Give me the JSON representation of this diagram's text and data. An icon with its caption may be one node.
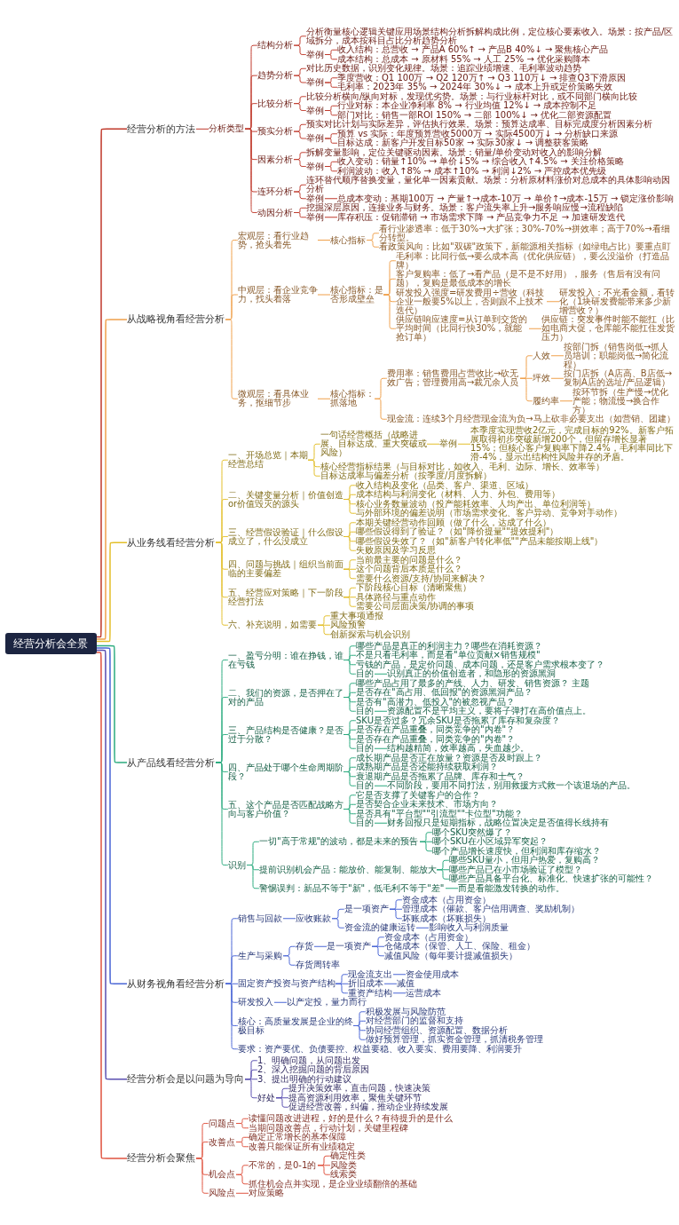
{
  "diagram": {
    "nodes": [
      {
        "text": [
          "经营分析会全景"
        ]
      },
      {
        "text": [
          "经营分析的方法"
        ]
      },
      {
        "text": [
          "分析类型"
        ]
      },
      {
        "text": [
          "结构分析"
        ]
      },
      {
        "text": [
          "分析衡量核心逻辑关键应用场景结构分析拆解构成比例，定位核心要素收入。场景：按产品/区域拆分，成本按科目占比分析趋势分析"
        ]
      },
      {
        "text": [
          "举例"
        ]
      },
      {
        "text": [
          "收入结构：总营收 → 产品A 60%↑ → 产品B 40%↓ → 聚焦核心产品"
        ]
      },
      {
        "text": [
          "成本结构：总成本 → 原材料 55% → 人工 25% → 优化采购降本"
        ]
      },
      {
        "text": [
          "趋势分析"
        ]
      },
      {
        "text": [
          "对比历史数据，识别变化规律。场景：追踪业绩增速、毛利率波动趋势"
        ]
      },
      {
        "text": [
          "举例"
        ]
      },
      {
        "text": [
          "季度营收：Q1 100万 → Q2 120万↑ → Q3 110万↓ → 排查Q3下滑原因"
        ]
      },
      {
        "text": [
          "毛利率：2023年 35% → 2024年 30%↓ → 成本上升或定价策略失效"
        ]
      },
      {
        "text": [
          "比较分析"
        ]
      },
      {
        "text": [
          "比较分析横向/纵向对标，发现优劣势。场景：与行业标杆对比，或不同部门横向比较"
        ]
      },
      {
        "text": [
          "举例"
        ]
      },
      {
        "text": [
          "行业对标：本企业净利率 8% → 行业均值 12%↓ → 成本控制不足"
        ]
      },
      {
        "text": [
          "部门对比：销售一部ROI 150% → 二部 100%↓ → 优化二部资源配置"
        ]
      },
      {
        "text": [
          "预实分析"
        ]
      },
      {
        "text": [
          "预实对比计划与实际差异，评估执行效果。场景：预算达成率、目标完成度分析因素分析"
        ]
      },
      {
        "text": [
          "举例"
        ]
      },
      {
        "text": [
          "预算 vs 实际：年度预算营收5000万 → 实际4500万↓ → 分析缺口来源"
        ]
      },
      {
        "text": [
          "目标达成：新客户开发目标50家 → 实际30家↓ → 调整获客策略"
        ]
      },
      {
        "text": [
          "因素分析"
        ]
      },
      {
        "text": [
          "拆解变量影响，定位关键驱动因素。场景：销量/单价变动对收入的影响分解"
        ]
      },
      {
        "text": [
          "举例"
        ]
      },
      {
        "text": [
          "收入变动：销量↑10% → 单价↓5% → 综合收入↑4.5% → 关注价格策略"
        ]
      },
      {
        "text": [
          "利润波动：收入↑8% → 成本↑10% → 利润↓2% → 严控成本优先级"
        ]
      },
      {
        "text": [
          "连环分析"
        ]
      },
      {
        "text": [
          "连环替代顺序替换变量，量化单一因素贡献。场景：分析原材料涨价对总成本的具体影响动因分析"
        ]
      },
      {
        "text": [
          "举例"
        ]
      },
      {
        "text": [
          "总成本变动：基期100万 → 产量↑→成本-10万 → 单价↑→成本-15万 → 锁定涨价影响"
        ]
      },
      {
        "text": [
          "动因分析"
        ]
      },
      {
        "text": [
          "挖掘深层原因，连接业务与财务。场景：客户流失率上升→服务响应慢→流程缺陷"
        ]
      },
      {
        "text": [
          "举例"
        ]
      },
      {
        "text": [
          "库存积压：促销滞销 → 市场需求下降 → 产品竞争力不足 → 加速研发迭代"
        ]
      },
      {
        "text": [
          "从战略视角看经营分析"
        ]
      },
      {
        "text": [
          "宏观层：看行业趋势，抢头着先"
        ]
      },
      {
        "text": [
          "核心指标"
        ]
      },
      {
        "text": [
          "看行业渗透率：低于30%→大扩张；30%-70%→拼效率；高于70%→看细分转型。"
        ]
      },
      {
        "text": [
          "看政策风向：比如\"双碳\"政策下，新能源相关指标（如绿电占比）要重点盯"
        ]
      },
      {
        "text": [
          "中观层：看企业竞争力，找头着落"
        ]
      },
      {
        "text": [
          "核心指标：是否形成壁垒"
        ]
      },
      {
        "text": [
          "毛利率：比同行低→要么成本高（优化供应链），要么没溢价（打造品牌）"
        ]
      },
      {
        "text": [
          "客户复购率：低了→看产品（是不是不好用），服务（售后有没有问题），复购是最低成本的增长"
        ]
      },
      {
        "text": [
          "研发投入强度=研发费用÷营收（科技企业一般要5%以上，否则跟不上技术迭代）"
        ]
      },
      {
        "text": [
          "研发投入：不光看金额，看转化（1块研发费能带来多少新增营收？）"
        ]
      },
      {
        "text": [
          "供应链响应速度=从订单到交货的平均时间（比同行快30%，就能抢订单）"
        ]
      },
      {
        "text": [
          "供应链：突发事件时能不能扛（比如电商大促，仓库能不能扛住发货压力）"
        ]
      },
      {
        "text": [
          "微观层：看具体业务，抠细节步"
        ]
      },
      {
        "text": [
          "核心指标：抓落地"
        ]
      },
      {
        "text": [
          "费用率：销售费用占营收比→砍无效广告；管理费用高→裁冗余人员"
        ]
      },
      {
        "text": [
          "人效"
        ]
      },
      {
        "text": [
          "按部门拆（销售岗低→抓人员培训；职能岗低→简化流程）"
        ]
      },
      {
        "text": [
          "坪效"
        ]
      },
      {
        "text": [
          "按门店拆（A店高、B店低→复制A店的选址/产品逻辑）"
        ]
      },
      {
        "text": [
          "履约率"
        ]
      },
      {
        "text": [
          "按环节拆（生产慢→优化产能；物流慢→换合作方）"
        ]
      },
      {
        "text": [
          "现金流：连续3个月经营现金流为负→马上砍非必要支出（如营销、团建）"
        ]
      },
      {
        "text": [
          "从业务线看经营分析"
        ]
      },
      {
        "text": [
          "一、开场总览｜本期经营总结"
        ]
      },
      {
        "text": [
          "一句话经营概括（战略进展、目标达成、重大突破或风险）"
        ]
      },
      {
        "text": [
          "举例"
        ]
      },
      {
        "text": [
          "本季度实现营收2亿元，完成目标的92%。新客户拓展取得初步突破新增200个，但留存增长显著15%；但核心客户复购率下降2.4%，毛利率同比下滑-4%，显示出结构性风险并存的矛盾。"
        ]
      },
      {
        "text": [
          "核心经营指标结果（与目标对比，如收入、毛利、边际、增长、效率等）"
        ]
      },
      {
        "text": [
          "目标达成率与偏差分析（按季度/月度拆解）"
        ]
      },
      {
        "text": [
          "二、关键变量分析｜价值创造or价值毁灭的源头"
        ]
      },
      {
        "text": [
          "收入结构及变化（品类、客户、渠道、区域）"
        ]
      },
      {
        "text": [
          "成本结构与利润变化（材料、人力、外包、费用等）"
        ]
      },
      {
        "text": [
          "核心业务数量波动（投产能耗效率、人均产出、单位利润等）"
        ]
      },
      {
        "text": [
          "与外部环境的偏差说明（市场需求变化、客户异动、竞争对手动作）"
        ]
      },
      {
        "text": [
          "三、经营假设验证｜什么假设成立了，什么没成立"
        ]
      },
      {
        "text": [
          "本期关键经营动作回顾（做了什么，达成了什么）"
        ]
      },
      {
        "text": [
          "哪些假设得到了验证？（如\"降价提量\"\"提效提利\"）"
        ]
      },
      {
        "text": [
          "哪些假设失效了？（如\"新客户转化率低\"\"产品未能按期上线\"）"
        ]
      },
      {
        "text": [
          "失败原因及学习反思"
        ]
      },
      {
        "text": [
          "四、问题与挑战｜组织当前面临的主要偏差"
        ]
      },
      {
        "text": [
          "当前最主要的问题是什么？"
        ]
      },
      {
        "text": [
          "这个问题背后本质是什么？"
        ]
      },
      {
        "text": [
          "需要什么资源/支持/协同来解决？"
        ]
      },
      {
        "text": [
          "五、经营应对策略｜下一阶段经营打法"
        ]
      },
      {
        "text": [
          "下阶段核心目标（清晰聚焦）"
        ]
      },
      {
        "text": [
          "具体路径与重点动作"
        ]
      },
      {
        "text": [
          "需要公司层面决策/协调的事项"
        ]
      },
      {
        "text": [
          "六、补充说明，如需要"
        ]
      },
      {
        "text": [
          "重大事项通报"
        ]
      },
      {
        "text": [
          "风险预警"
        ]
      },
      {
        "text": [
          "创新探索与机会识别"
        ]
      },
      {
        "text": [
          "从产品线看经营分析"
        ]
      },
      {
        "text": [
          "一、盈亏分明：谁在挣钱，谁在亏钱"
        ]
      },
      {
        "text": [
          "哪些产品是真正的利润主力？哪些在消耗资源？"
        ]
      },
      {
        "text": [
          "不是只看毛利率，而是看\"单位贡献×销售规模\""
        ]
      },
      {
        "text": [
          "亏钱的产品，是定价问题、成本问题，还是客户需求根本变了？"
        ]
      },
      {
        "text": [
          "目的"
        ]
      },
      {
        "text": [
          "识别真正的价值创造者，和隐形的资源黑洞"
        ]
      },
      {
        "text": [
          "二、我们的资源，是否押在了对的产品"
        ]
      },
      {
        "text": [
          "哪些产品占用了最多的产线、人力、研发、销售资源？ 主题"
        ]
      },
      {
        "text": [
          "是否存在\"高占用、低回报\"的资源黑洞产品？"
        ]
      },
      {
        "text": [
          "是否有\"高潜力、低投入\"的被忽视产品？"
        ]
      },
      {
        "text": [
          "目的"
        ]
      },
      {
        "text": [
          "资源配置不是平均主义，要将子弹打在高价值点上。"
        ]
      },
      {
        "text": [
          "三、产品结构是否健康？是否过于分散？"
        ]
      },
      {
        "text": [
          "SKU是否过多？冗余SKU是否拖累了库存和复杂度？"
        ]
      },
      {
        "text": [
          "是否存在产品重叠，同类竞争的\"内卷\"？"
        ]
      },
      {
        "text": [
          "是否存在产品重叠，同类竞争的\"内卷\"？"
        ]
      },
      {
        "text": [
          "目的"
        ]
      },
      {
        "text": [
          "结构越精简，效率越高，失血越少。"
        ]
      },
      {
        "text": [
          "四、产品处于哪个生命周期阶段？"
        ]
      },
      {
        "text": [
          "成长期产品是否正在放量？资源是否及时跟上？"
        ]
      },
      {
        "text": [
          "成熟期产品是否还能持续获取利润？"
        ]
      },
      {
        "text": [
          "衰退期产品是否拖累了品牌、库存和士气？"
        ]
      },
      {
        "text": [
          "目的"
        ]
      },
      {
        "text": [
          "不同阶段，要用不同打法，别用救援方式救一个该退场的产品。"
        ]
      },
      {
        "text": [
          "五、这个产品是否匹配战略方向与客户价值？"
        ]
      },
      {
        "text": [
          "它是否支撑了关键客户的合作？"
        ]
      },
      {
        "text": [
          "是否契合企业未来技术、市场方向？"
        ]
      },
      {
        "text": [
          "是否具有\"平台型\"\"引流型\"\"卡位型\"功能？"
        ]
      },
      {
        "text": [
          "目的"
        ]
      },
      {
        "text": [
          "财务回报只是短期指标，战略位置决定是否值得长线持有"
        ]
      },
      {
        "text": [
          "识别"
        ]
      },
      {
        "text": [
          "一切\"高于常规\"的波动，都是未来的预告"
        ]
      },
      {
        "text": [
          "哪个SKU突然爆了？"
        ]
      },
      {
        "text": [
          "哪个SKU在小区域异军突起？"
        ]
      },
      {
        "text": [
          "哪个产品增长速度快，但利润和库存缩水？"
        ]
      },
      {
        "text": [
          "提前识别机会产品：能放价、能复制、能放大"
        ]
      },
      {
        "text": [
          "哪些SKU量小，但用户热爱，复购高？"
        ]
      },
      {
        "text": [
          "哪些产品已在小市场验证了模型？"
        ]
      },
      {
        "text": [
          "哪些产品具备平台化、标准化、快速扩张的可能性？"
        ]
      },
      {
        "text": [
          "警惕误判：新品不等于\"新\"，低毛利不等于\"差\""
        ]
      },
      {
        "text": [
          "而是看能激发转换的动作。"
        ]
      },
      {
        "text": [
          "从财务视角看经营分析"
        ]
      },
      {
        "text": [
          "销售与回款"
        ]
      },
      {
        "text": [
          "应收账款"
        ]
      },
      {
        "text": [
          "是一项资产"
        ]
      },
      {
        "text": [
          "资金成本（占用资金）"
        ]
      },
      {
        "text": [
          "管理成本（催款、客户信用调查、奖励机制）"
        ]
      },
      {
        "text": [
          "坏账成本（坏账损失）"
        ]
      },
      {
        "text": [
          "资金流的健康运转"
        ]
      },
      {
        "text": [
          "影响收入与利润质量"
        ]
      },
      {
        "text": [
          "生产与采购"
        ]
      },
      {
        "text": [
          "存货"
        ]
      },
      {
        "text": [
          "是一项资产"
        ]
      },
      {
        "text": [
          "资金成本（占用资金）"
        ]
      },
      {
        "text": [
          "仓储成本（保管、人工、保险、租金）"
        ]
      },
      {
        "text": [
          "减值风险（每年要计提减值损失）"
        ]
      },
      {
        "text": [
          "存货周转率"
        ]
      },
      {
        "text": [
          "固定资产投资与资产结构"
        ]
      },
      {
        "text": [
          "现金流支出"
        ]
      },
      {
        "text": [
          "资金使用成本"
        ]
      },
      {
        "text": [
          "折旧成本"
        ]
      },
      {
        "text": [
          "减值"
        ]
      },
      {
        "text": [
          "重资产结构"
        ]
      },
      {
        "text": [
          "运营成本"
        ]
      },
      {
        "text": [
          "研发投入"
        ]
      },
      {
        "text": [
          "以产定投，量力而行"
        ]
      },
      {
        "text": [
          "核心：高质量发展是企业的终极目标"
        ]
      },
      {
        "text": [
          "积极发展与风险防范"
        ]
      },
      {
        "text": [
          "对经营部门的监督和支持"
        ]
      },
      {
        "text": [
          "协同经营组织、资源配置、数据分析"
        ]
      },
      {
        "text": [
          "做好预算管理，抓实资金管理，抓清税务管理"
        ]
      },
      {
        "text": [
          "要求：资产要优、负债要控、权益要稳、收入要实、费用要降、利润要升"
        ]
      },
      {
        "text": [
          "经营分析会是以问题为导向"
        ]
      },
      {
        "text": [
          "1、明确问题，从问题出发"
        ]
      },
      {
        "text": [
          "2、深入挖掘问题的背后原因"
        ]
      },
      {
        "text": [
          "3、提出明确的行动建议"
        ]
      },
      {
        "text": [
          "好处"
        ]
      },
      {
        "text": [
          "提升决策效率，直击问题，快速决策"
        ]
      },
      {
        "text": [
          "提高资源利用效率，聚焦关键环节"
        ]
      },
      {
        "text": [
          "促进经营改善，纠偏，推动企业持续发展"
        ]
      },
      {
        "text": [
          "经营分析会聚焦"
        ]
      },
      {
        "text": [
          "问题点"
        ]
      },
      {
        "text": [
          "读懂问题改进进程，好的是什么？有待提升的是什么"
        ]
      },
      {
        "text": [
          "当期问题改善点，行动计划，关键里程碑"
        ]
      },
      {
        "text": [
          "改善点"
        ]
      },
      {
        "text": [
          "确定正常增长的基本保障"
        ]
      },
      {
        "text": [
          "改善只能保证所有业绩稳定"
        ]
      },
      {
        "text": [
          "机会点"
        ]
      },
      {
        "text": [
          "不常的，是0-1的"
        ]
      },
      {
        "text": [
          "确定性类"
        ]
      },
      {
        "text": [
          "风险类"
        ]
      },
      {
        "text": [
          "线索类"
        ]
      },
      {
        "text": [
          "抓住机会点并实现，是企业业绩翻倍的基础"
        ]
      },
      {
        "text": [
          "风险点"
        ]
      },
      {
        "text": [
          "对应策略"
        ]
      }
    ],
    "edges": [
      {
        "from": 0,
        "to": 1,
        "arrow": "none",
        "color": "#c0392b"
      },
      {
        "from": 1,
        "to": 2,
        "arrow": "none",
        "color": "#c0392b"
      },
      {
        "from": 2,
        "to": 3,
        "arrow": "none",
        "color": "#c0392b"
      },
      {
        "from": 3,
        "to": 4,
        "arrow": "none",
        "color": "#c0392b"
      },
      {
        "from": 3,
        "to": 5,
        "arrow": "none",
        "color": "#c0392b"
      },
      {
        "from": 5,
        "to": 6,
        "arrow": "none",
        "color": "#c0392b"
      },
      {
        "from": 5,
        "to": 7,
        "arrow": "none",
        "color": "#c0392b"
      },
      {
        "from": 2,
        "to": 8,
        "arrow": "none",
        "color": "#c0392b"
      },
      {
        "from": 8,
        "to": 9,
        "arrow": "none",
        "color": "#c0392b"
      },
      {
        "from": 8,
        "to": 10,
        "arrow": "none",
        "color": "#c0392b"
      },
      {
        "from": 10,
        "to": 11,
        "arrow": "none",
        "color": "#c0392b"
      },
      {
        "from": 10,
        "to": 12,
        "arrow": "none",
        "color": "#c0392b"
      },
      {
        "from": 2,
        "to": 13,
        "arrow": "none",
        "color": "#c0392b"
      },
      {
        "from": 13,
        "to": 14,
        "arrow": "none",
        "color": "#c0392b"
      },
      {
        "from": 13,
        "to": 15,
        "arrow": "none",
        "color": "#c0392b"
      },
      {
        "from": 15,
        "to": 16,
        "arrow": "none",
        "color": "#c0392b"
      },
      {
        "from": 15,
        "to": 17,
        "arrow": "none",
        "color": "#c0392b"
      },
      {
        "from": 2,
        "to": 18,
        "arrow": "none",
        "color": "#c0392b"
      },
      {
        "from": 18,
        "to": 19,
        "arrow": "none",
        "color": "#c0392b"
      },
      {
        "from": 18,
        "to": 20,
        "arrow": "none",
        "color": "#c0392b"
      },
      {
        "from": 20,
        "to": 21,
        "arrow": "none",
        "color": "#c0392b"
      },
      {
        "from": 20,
        "to": 22,
        "arrow": "none",
        "color": "#c0392b"
      },
      {
        "from": 2,
        "to": 23,
        "arrow": "none",
        "color": "#c0392b"
      },
      {
        "from": 23,
        "to": 24,
        "arrow": "none",
        "color": "#c0392b"
      },
      {
        "from": 23,
        "to": 25,
        "arrow": "none",
        "color": "#c0392b"
      },
      {
        "from": 25,
        "to": 26,
        "arrow": "none",
        "color": "#c0392b"
      },
      {
        "from": 25,
        "to": 27,
        "arrow": "none",
        "color": "#c0392b"
      },
      {
        "from": 2,
        "to": 28,
        "arrow": "none",
        "color": "#c0392b"
      },
      {
        "from": 28,
        "to": 29,
        "arrow": "none",
        "color": "#c0392b"
      },
      {
        "from": 28,
        "to": 30,
        "arrow": "none",
        "color": "#c0392b"
      },
      {
        "from": 30,
        "to": 31,
        "arrow": "none",
        "color": "#c0392b"
      },
      {
        "from": 2,
        "to": 32,
        "arrow": "none",
        "color": "#c0392b"
      },
      {
        "from": 32,
        "to": 33,
        "arrow": "none",
        "color": "#c0392b"
      },
      {
        "from": 32,
        "to": 34,
        "arrow": "none",
        "color": "#c0392b"
      },
      {
        "from": 34,
        "to": 35,
        "arrow": "none",
        "color": "#c0392b"
      },
      {
        "from": 0,
        "to": 36,
        "arrow": "none",
        "color": "#f0a04b"
      },
      {
        "from": 36,
        "to": 37,
        "arrow": "none",
        "color": "#f0a04b"
      },
      {
        "from": 37,
        "to": 38,
        "arrow": "none",
        "color": "#f0a04b"
      },
      {
        "from": 38,
        "to": 39,
        "arrow": "none",
        "color": "#f0a04b"
      },
      {
        "from": 38,
        "to": 40,
        "arrow": "none",
        "color": "#f0a04b"
      },
      {
        "from": 36,
        "to": 41,
        "arrow": "none",
        "color": "#f0a04b"
      },
      {
        "from": 41,
        "to": 42,
        "arrow": "none",
        "color": "#f0a04b"
      },
      {
        "from": 42,
        "to": 43,
        "arrow": "none",
        "color": "#f0a04b"
      },
      {
        "from": 42,
        "to": 44,
        "arrow": "none",
        "color": "#f0a04b"
      },
      {
        "from": 42,
        "to": 45,
        "arrow": "none",
        "color": "#f0a04b"
      },
      {
        "from": 45,
        "to": 46,
        "arrow": "none",
        "color": "#f0a04b"
      },
      {
        "from": 42,
        "to": 47,
        "arrow": "none",
        "color": "#f0a04b"
      },
      {
        "from": 47,
        "to": 48,
        "arrow": "none",
        "color": "#f0a04b"
      },
      {
        "from": 36,
        "to": 49,
        "arrow": "none",
        "color": "#f0a04b"
      },
      {
        "from": 49,
        "to": 50,
        "arrow": "none",
        "color": "#f0a04b"
      },
      {
        "from": 50,
        "to": 51,
        "arrow": "none",
        "color": "#f0a04b"
      },
      {
        "from": 51,
        "to": 52,
        "arrow": "none",
        "color": "#f0a04b"
      },
      {
        "from": 52,
        "to": 53,
        "arrow": "none",
        "color": "#f0a04b"
      },
      {
        "from": 51,
        "to": 54,
        "arrow": "none",
        "color": "#f0a04b"
      },
      {
        "from": 54,
        "to": 55,
        "arrow": "none",
        "color": "#f0a04b"
      },
      {
        "from": 51,
        "to": 56,
        "arrow": "none",
        "color": "#f0a04b"
      },
      {
        "from": 56,
        "to": 57,
        "arrow": "none",
        "color": "#f0a04b"
      },
      {
        "from": 50,
        "to": 58,
        "arrow": "none",
        "color": "#f0a04b"
      },
      {
        "from": 0,
        "to": 59,
        "arrow": "none",
        "color": "#e3bf2a"
      },
      {
        "from": 59,
        "to": 60,
        "arrow": "none",
        "color": "#e3bf2a"
      },
      {
        "from": 60,
        "to": 61,
        "arrow": "none",
        "color": "#e3bf2a"
      },
      {
        "from": 61,
        "to": 62,
        "arrow": "none",
        "color": "#e3bf2a"
      },
      {
        "from": 62,
        "to": 63,
        "arrow": "none",
        "color": "#e3bf2a"
      },
      {
        "from": 60,
        "to": 64,
        "arrow": "none",
        "color": "#e3bf2a"
      },
      {
        "from": 60,
        "to": 65,
        "arrow": "none",
        "color": "#e3bf2a"
      },
      {
        "from": 59,
        "to": 66,
        "arrow": "none",
        "color": "#e3bf2a"
      },
      {
        "from": 66,
        "to": 67,
        "arrow": "none",
        "color": "#e3bf2a"
      },
      {
        "from": 66,
        "to": 68,
        "arrow": "none",
        "color": "#e3bf2a"
      },
      {
        "from": 66,
        "to": 69,
        "arrow": "none",
        "color": "#e3bf2a"
      },
      {
        "from": 66,
        "to": 70,
        "arrow": "none",
        "color": "#e3bf2a"
      },
      {
        "from": 59,
        "to": 71,
        "arrow": "none",
        "color": "#e3bf2a"
      },
      {
        "from": 71,
        "to": 72,
        "arrow": "none",
        "color": "#e3bf2a"
      },
      {
        "from": 71,
        "to": 73,
        "arrow": "none",
        "color": "#e3bf2a"
      },
      {
        "from": 71,
        "to": 74,
        "arrow": "none",
        "color": "#e3bf2a"
      },
      {
        "from": 71,
        "to": 75,
        "arrow": "none",
        "color": "#e3bf2a"
      },
      {
        "from": 59,
        "to": 76,
        "arrow": "none",
        "color": "#e3bf2a"
      },
      {
        "from": 76,
        "to": 77,
        "arrow": "none",
        "color": "#e3bf2a"
      },
      {
        "from": 76,
        "to": 78,
        "arrow": "none",
        "color": "#e3bf2a"
      },
      {
        "from": 76,
        "to": 79,
        "arrow": "none",
        "color": "#e3bf2a"
      },
      {
        "from": 59,
        "to": 80,
        "arrow": "none",
        "color": "#e3bf2a"
      },
      {
        "from": 80,
        "to": 81,
        "arrow": "none",
        "color": "#e3bf2a"
      },
      {
        "from": 80,
        "to": 82,
        "arrow": "none",
        "color": "#e3bf2a"
      },
      {
        "from": 80,
        "to": 83,
        "arrow": "none",
        "color": "#e3bf2a"
      },
      {
        "from": 59,
        "to": 84,
        "arrow": "none",
        "color": "#e3bf2a"
      },
      {
        "from": 84,
        "to": 85,
        "arrow": "none",
        "color": "#e3bf2a"
      },
      {
        "from": 84,
        "to": 86,
        "arrow": "none",
        "color": "#e3bf2a"
      },
      {
        "from": 84,
        "to": 87,
        "arrow": "none",
        "color": "#e3bf2a"
      },
      {
        "from": 0,
        "to": 88,
        "arrow": "none"
      },
      {
        "from": 88,
        "to": 89,
        "arrow": "none"
      },
      {
        "from": 89,
        "to": 90,
        "arrow": "none"
      },
      {
        "from": 89,
        "to": 91,
        "arrow": "none"
      },
      {
        "from": 89,
        "to": 92,
        "arrow": "none"
      },
      {
        "from": 89,
        "to": 93,
        "arrow": "none"
      },
      {
        "from": 93,
        "to": 94,
        "arrow": "none"
      },
      {
        "from": 88,
        "to": 95,
        "arrow": "none"
      },
      {
        "from": 95,
        "to": 96,
        "arrow": "none"
      },
      {
        "from": 95,
        "to": 97,
        "arrow": "none"
      },
      {
        "from": 95,
        "to": 98,
        "arrow": "none"
      },
      {
        "from": 95,
        "to": 99,
        "arrow": "none"
      },
      {
        "from": 99,
        "to": 100,
        "arrow": "none"
      },
      {
        "from": 88,
        "to": 101,
        "arrow": "none"
      },
      {
        "from": 101,
        "to": 102,
        "arrow": "none"
      },
      {
        "from": 101,
        "to": 103,
        "arrow": "none"
      },
      {
        "from": 101,
        "to": 104,
        "arrow": "none"
      },
      {
        "from": 101,
        "to": 105,
        "arrow": "none"
      },
      {
        "from": 105,
        "to": 106,
        "arrow": "none"
      },
      {
        "from": 88,
        "to": 107,
        "arrow": "none"
      },
      {
        "from": 107,
        "to": 108,
        "arrow": "none"
      },
      {
        "from": 107,
        "to": 109,
        "arrow": "none"
      },
      {
        "from": 107,
        "to": 110,
        "arrow": "none"
      },
      {
        "from": 107,
        "to": 111,
        "arrow": "none"
      },
      {
        "from": 111,
        "to": 112,
        "arrow": "none"
      },
      {
        "from": 88,
        "to": 113,
        "arrow": "none"
      },
      {
        "from": 113,
        "to": 114,
        "arrow": "none"
      },
      {
        "from": 113,
        "to": 115,
        "arrow": "none"
      },
      {
        "from": 113,
        "to": 116,
        "arrow": "none"
      },
      {
        "from": 113,
        "to": 117,
        "arrow": "none"
      },
      {
        "from": 117,
        "to": 118,
        "arrow": "none"
      },
      {
        "from": 88,
        "to": 119,
        "arrow": "none"
      },
      {
        "from": 119,
        "to": 120,
        "arrow": "none"
      },
      {
        "from": 120,
        "to": 121,
        "arrow": "none"
      },
      {
        "from": 120,
        "to": 122,
        "arrow": "none"
      },
      {
        "from": 120,
        "to": 123,
        "arrow": "none"
      },
      {
        "from": 119,
        "to": 124,
        "arrow": "none"
      },
      {
        "from": 124,
        "to": 125,
        "arrow": "none"
      },
      {
        "from": 124,
        "to": 126,
        "arrow": "none"
      },
      {
        "from": 124,
        "to": 127,
        "arrow": "none"
      },
      {
        "from": 119,
        "to": 128,
        "arrow": "none"
      },
      {
        "from": 128,
        "to": 129,
        "arrow": "none"
      },
      {
        "from": 0,
        "to": 130,
        "arrow": "none",
        "color": "#4a66d6"
      },
      {
        "from": 130,
        "to": 131,
        "arrow": "none",
        "color": "#4a66d6"
      },
      {
        "from": 131,
        "to": 132,
        "arrow": "none",
        "color": "#4a66d6"
      },
      {
        "from": 132,
        "to": 133,
        "arrow": "none",
        "color": "#4a66d6"
      },
      {
        "from": 133,
        "to": 134,
        "arrow": "none",
        "color": "#4a66d6"
      },
      {
        "from": 133,
        "to": 135,
        "arrow": "none",
        "color": "#4a66d6"
      },
      {
        "from": 133,
        "to": 136,
        "arrow": "none",
        "color": "#4a66d6"
      },
      {
        "from": 132,
        "to": 137,
        "arrow": "none",
        "color": "#4a66d6"
      },
      {
        "from": 137,
        "to": 138,
        "arrow": "none",
        "color": "#4a66d6"
      },
      {
        "from": 130,
        "to": 139,
        "arrow": "none",
        "color": "#4a66d6"
      },
      {
        "from": 139,
        "to": 140,
        "arrow": "none",
        "color": "#4a66d6"
      },
      {
        "from": 140,
        "to": 141,
        "arrow": "none",
        "color": "#4a66d6"
      },
      {
        "from": 141,
        "to": 142,
        "arrow": "none",
        "color": "#4a66d6"
      },
      {
        "from": 141,
        "to": 143,
        "arrow": "none",
        "color": "#4a66d6"
      },
      {
        "from": 141,
        "to": 144,
        "arrow": "none",
        "color": "#4a66d6"
      },
      {
        "from": 139,
        "to": 145,
        "arrow": "none",
        "color": "#4a66d6"
      },
      {
        "from": 130,
        "to": 146,
        "arrow": "none",
        "color": "#4a66d6"
      },
      {
        "from": 146,
        "to": 147,
        "arrow": "none",
        "color": "#4a66d6"
      },
      {
        "from": 147,
        "to": 148,
        "arrow": "none",
        "color": "#4a66d6"
      },
      {
        "from": 146,
        "to": 149,
        "arrow": "none",
        "color": "#4a66d6"
      },
      {
        "from": 149,
        "to": 150,
        "arrow": "none",
        "color": "#4a66d6"
      },
      {
        "from": 146,
        "to": 151,
        "arrow": "none",
        "color": "#4a66d6"
      },
      {
        "from": 151,
        "to": 152,
        "arrow": "none",
        "color": "#4a66d6"
      },
      {
        "from": 130,
        "to": 153,
        "arrow": "none",
        "color": "#4a66d6"
      },
      {
        "from": 153,
        "to": 154,
        "arrow": "none",
        "color": "#4a66d6"
      },
      {
        "from": 130,
        "to": 155,
        "arrow": "none",
        "color": "#4a66d6"
      },
      {
        "from": 155,
        "to": 156,
        "arrow": "none",
        "color": "#4a66d6"
      },
      {
        "from": 155,
        "to": 157,
        "arrow": "none",
        "color": "#4a66d6"
      },
      {
        "from": 155,
        "to": 158,
        "arrow": "none",
        "color": "#4a66d6"
      },
      {
        "from": 155,
        "to": 159,
        "arrow": "none",
        "color": "#4a66d6"
      },
      {
        "from": 130,
        "to": 160,
        "arrow": "none",
        "color": "#4a66d6"
      },
      {
        "from": 0,
        "to": 161,
        "arrow": "none",
        "color": "#5a4fb0"
      },
      {
        "from": 161,
        "to": 162,
        "arrow": "none",
        "color": "#5a4fb0"
      },
      {
        "from": 161,
        "to": 163,
        "arrow": "none",
        "color": "#5a4fb0"
      },
      {
        "from": 161,
        "to": 164,
        "arrow": "none",
        "color": "#5a4fb0"
      },
      {
        "from": 161,
        "to": 165,
        "arrow": "none",
        "color": "#5a4fb0"
      },
      {
        "from": 165,
        "to": 166,
        "arrow": "none",
        "color": "#5a4fb0"
      },
      {
        "from": 165,
        "to": 167,
        "arrow": "none",
        "color": "#5a4fb0"
      },
      {
        "from": 165,
        "to": 168,
        "arrow": "none",
        "color": "#5a4fb0"
      },
      {
        "from": 0,
        "to": 169,
        "arrow": "none",
        "color": "#e0533f"
      },
      {
        "from": 169,
        "to": 170,
        "arrow": "none",
        "color": "#e0533f"
      },
      {
        "from": 170,
        "to": 171,
        "arrow": "none",
        "color": "#e0533f"
      },
      {
        "from": 170,
        "to": 172,
        "arrow": "none",
        "color": "#e0533f"
      },
      {
        "from": 169,
        "to": 173,
        "arrow": "none",
        "color": "#e0533f"
      },
      {
        "from": 173,
        "to": 174,
        "arrow": "none",
        "color": "#e0533f"
      },
      {
        "from": 173,
        "to": 175,
        "arrow": "none",
        "color": "#e0533f"
      },
      {
        "from": 169,
        "to": 176,
        "arrow": "none",
        "color": "#e0533f"
      },
      {
        "from": 176,
        "to": 177,
        "arrow": "none",
        "color": "#e0533f"
      },
      {
        "from": 177,
        "to": 178,
        "arrow": "none",
        "color": "#e0533f"
      },
      {
        "from": 177,
        "to": 179,
        "arrow": "none",
        "color": "#e0533f"
      },
      {
        "from": 177,
        "to": 180,
        "arrow": "none",
        "color": "#e0533f"
      },
      {
        "from": 176,
        "to": 181,
        "arrow": "none",
        "color": "#e0533f"
      },
      {
        "from": 169,
        "to": 182,
        "arrow": "none",
        "color": "#e0533f"
      },
      {
        "from": 182,
        "to": 183,
        "arrow": "none",
        "color": "#e0533f"
      }
    ]
  }
}
